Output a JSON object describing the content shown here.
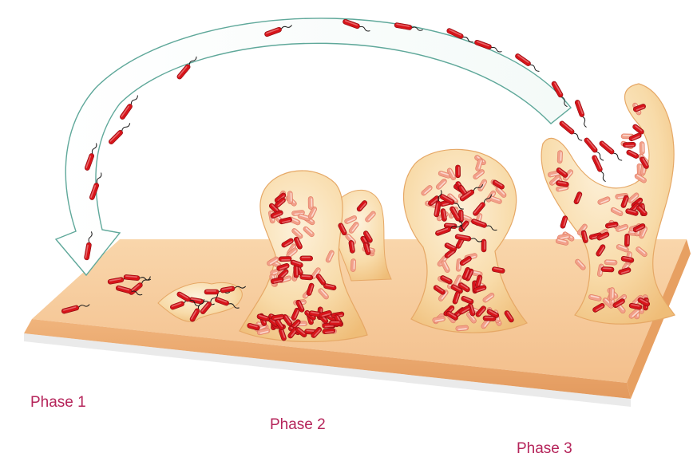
{
  "labels": {
    "phase1": "Phase 1",
    "phase2": "Phase 2",
    "phase3": "Phase 3"
  },
  "colors": {
    "label": "#b5245a",
    "bacterium": "#d7141a",
    "pale_bacterium": "#f2a08a",
    "biofilm_fill": "#f8d9a6",
    "surface_top": "#f6c998",
    "surface_edge": "#e9a56b",
    "arrow_stroke": "#5fa89a"
  },
  "icons": {
    "bacterium": "rod-bacterium-icon",
    "arrow": "dispersal-arrow-icon"
  }
}
